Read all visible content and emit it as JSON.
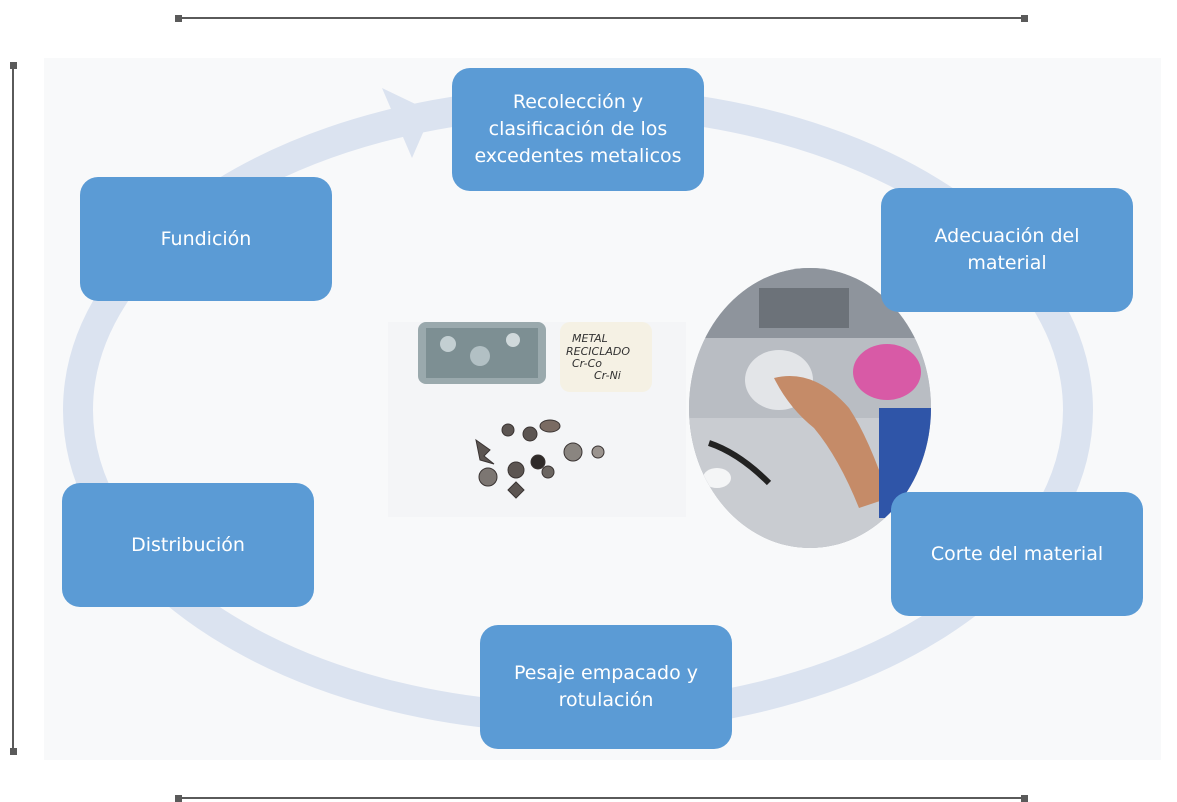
{
  "diagram": {
    "steps": [
      {
        "id": "recoleccion",
        "label": "Recolección y\nclasificación de los\nexcedentes metalicos"
      },
      {
        "id": "adecuacion",
        "label": "Adecuación del\nmaterial"
      },
      {
        "id": "corte",
        "label": "Corte del material"
      },
      {
        "id": "pesaje",
        "label": "Pesaje empacado y\nrotulación"
      },
      {
        "id": "distribucion",
        "label": "Distribución"
      },
      {
        "id": "fundicion",
        "label": "Fundición"
      }
    ],
    "photos": {
      "metal_jar_label": "METAL\nRECICLADO\nCr-Co\nCr-Ni"
    }
  },
  "colors": {
    "step_fill": "#5b9bd5",
    "step_text": "#ffffff",
    "cycle_ring": "#dbe3f0",
    "background": "#f8f9fa"
  }
}
